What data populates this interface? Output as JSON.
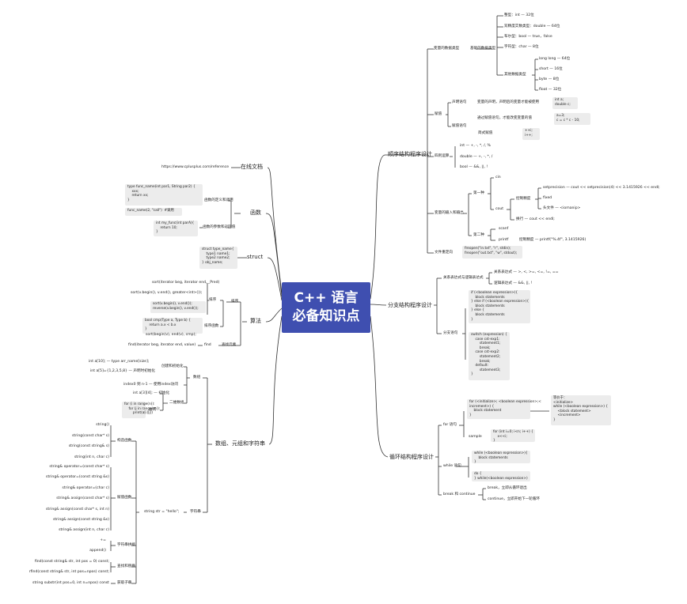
{
  "center": {
    "line1": "C++ 语言",
    "line2": "必备知识点"
  },
  "topics": {
    "order": "顺序结构程序设计",
    "branch": "分支结构程序设计",
    "loop": "循环结构程序设计",
    "online": "在线文档",
    "func": "函数",
    "struct": "struct",
    "algo": "算法",
    "array": "数组、元组和字符串"
  },
  "order": {
    "var": "变量的数据类型",
    "basic": "基础的数据类型",
    "int": "整型：int — 32位",
    "double": "双精度实数类型：double — 64位",
    "bool": "布尔型：bool — true，false",
    "char": "字符型：char — 8位",
    "other": "其他数据类型",
    "ll": "long long — 64位",
    "short": "short — 16位",
    "byte": "byte — 8位",
    "float": "float — 32位",
    "assign": "赋值",
    "declare": "声明语句",
    "declare_desc": "变量的声明，声明后的变量才能被使用",
    "declare_code": "int a;\ndouble c;",
    "assign_stmt": "赋值语句",
    "assign_desc": "通过赋值语句，才能改变变量的值",
    "assign_code": "a=3;\nc = c * c - 10;",
    "incr": "简式赋值",
    "incr_code": "++i;\ni++;",
    "ops": "四则运算",
    "int_ops": "int — +, -, *, /, %",
    "dbl_ops": "double — +, -, *, /",
    "bool_ops": "bool — &&, ||, !",
    "io": "变量的输入和输出",
    "first": "第一种",
    "cin": "cin",
    "cout": "cout",
    "precision": "控制精度",
    "setp": "setprecision — cout << setprecision(4) << 3.1415926 << endl;",
    "fixed": "fixed",
    "headfile": "头文件 — <iomanip>",
    "newline": "换行 — cout << endl;",
    "second": "第二种",
    "scanf": "scanf",
    "printf": "printf",
    "printf_prec": "控制精度 — printf(\"%.4f\", 3.1415926)",
    "file": "文件重定向",
    "file_code": "freopen(\"in.txt\", \"r\", stdin);\nfreopen(\"out.txt\", \"w\", stdout);"
  },
  "branch": {
    "rel": "关系表达式与逻辑表达式",
    "relop": "关系表达式 — >, <, >=, <=, !=, ==",
    "logop": "逻辑表达式 — &&, ||, !",
    "ifcode": "if (<boolean expression>){\n    block statements\n} else if (<boolean expression>){\n    block statements\n} else {\n    block statements\n}",
    "switch": "分支语句",
    "switchcode": "switch (expression) {\n    case cst-exp1:\n        statement1;\n        break;\n    case cst-exp2:\n        statement2;\n        break;\n    default:\n        statement3;\n}"
  },
  "loop": {
    "for": "for 语句",
    "forcode": "for (<initialize>; <boolean expression>;<\nincrement>) {\n    block statement\n}",
    "equiv": "等价于：\n<initialize>\nwhile (<boolean expression>) {\n    <block statement>\n    <increment>\n}",
    "sample": "sample",
    "samplecode": "for (int i=0; i<n; i++) {\n    x<<i;\n}",
    "while": "while 语句",
    "whilecode": "while (<boolean expression>){\n    block statements\n}",
    "docode": "do {\n} while(<boolean expression>)",
    "break": "break 和 continue",
    "break_desc": "break，立即从循环退出",
    "continue_desc": "continue，立即开始下一轮循环"
  },
  "online": {
    "url": "https://www.cplusplus.com/reference"
  },
  "func": {
    "def": "函数的定义和调用",
    "defcode": "type func_name(int par1, String par2) {\n    xxx;\n    return xx;\n}",
    "callcode": "func_name(2, \"call\")  #调用",
    "param": "函数的参数和返回值",
    "paramcode": "int my_func(int parA){\n    return 10;\n}"
  },
  "struct": {
    "code": "struct type_name{\n    type1 name1;\n    type2 name2;\n} obj_name;"
  },
  "algo": {
    "sortdecl": "sort(iterator beg, iterator end, _Pred)",
    "sorting": "排序",
    "sort1": "sort(v.begin(), v.end(), greater<int>());",
    "sort2": "sort(v.begin(), v.end());\nreverse(v.begin(), v.end());",
    "sortfn": "排序函数",
    "cmpcode": "bool cmp(Type a, Type b) {\n    return a.x < b.x\n}",
    "sort3": "sort(begin(v), end(v), cmp);",
    "sortlabel": "排序",
    "finddecl": "find(iterator beg, iterator end, value)",
    "find": "find",
    "findlabel": "查找元素"
  },
  "array": {
    "arr": "数组",
    "create": "创建和初始化",
    "createcode": "int a[10]; — type arr_name[size];",
    "initdecl": "int a[5]={1,2,3,5,8} — 声明时初始化",
    "index": "index0 到 n-1 — 使用index访问",
    "two": "二维数组",
    "init2": "int a[3][4]; — 初始化",
    "access2": "访问",
    "accesscode": "for (i in range(n)):\n    for (j in range(m)):\n        print(a[i][j])",
    "string": "字符串",
    "strdecl": "string str = \"hello\";",
    "ctor": "构造函数",
    "ctors": [
      "string()",
      "string(const char* s)",
      "string(const string& s)",
      "string(int n, char c)"
    ],
    "assignfn": "赋值函数",
    "assigns": [
      "string& operator=(const char* s)",
      "string& operator=(const string &s)",
      "string& operator=(char c)",
      "string& assign(const char* s)",
      "string& assign(const char* s, int n)",
      "string& assign(const string &s)",
      "string& assign(int n, char c)"
    ],
    "concat": "字符串拼接",
    "concats": [
      "+=",
      "append()"
    ],
    "findfn": "查找和替换",
    "finds": [
      "find(const string& str, int pos = 0) const;",
      "rfind(const string& str, int pos=npos) const;"
    ],
    "substr": "获取子串",
    "substrs": [
      "string substr(int pos=0, int n=npos) const"
    ]
  }
}
